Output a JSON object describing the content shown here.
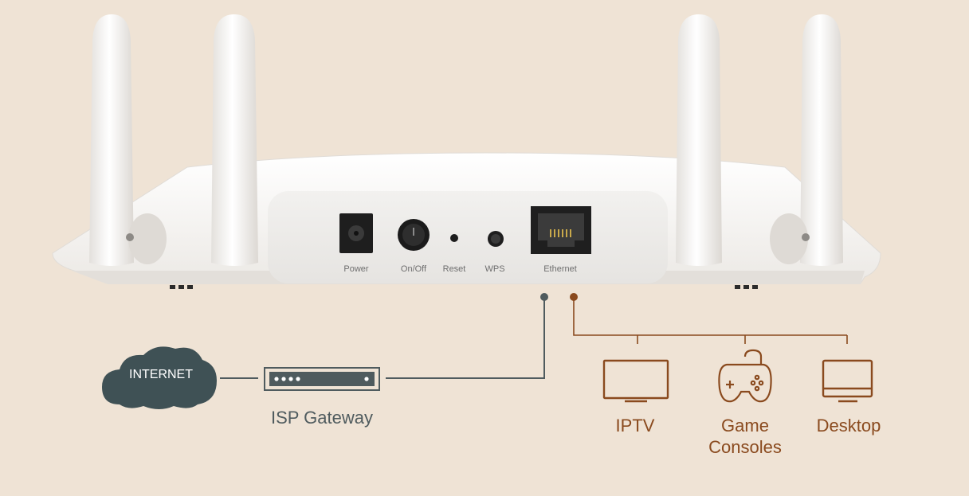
{
  "ports": {
    "power": "Power",
    "onoff": "On/Off",
    "reset": "Reset",
    "wps": "WPS",
    "ethernet": "Ethernet"
  },
  "internet": {
    "label": "INTERNET"
  },
  "isp_gateway": {
    "label": "ISP Gateway"
  },
  "devices": {
    "iptv": "IPTV",
    "game_line1": "Game",
    "game_line2": "Consoles",
    "desktop": "Desktop"
  },
  "colors": {
    "background": "#efe3d5",
    "gateway_line": "#4f5b5e",
    "device_line": "#8a4a1e",
    "router_body": "#f7f5f2"
  }
}
